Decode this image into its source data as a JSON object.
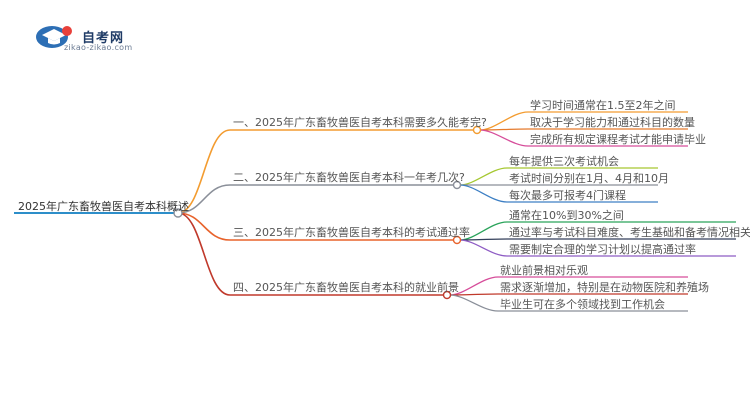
{
  "logo": {
    "title": "自考网",
    "url": "zikao-zikao.com"
  },
  "mindmap": {
    "root": "2025年广东畜牧兽医自考本科概述",
    "branches": [
      {
        "label": "一、2025年广东畜牧兽医自考本科需要多久能考完?",
        "color": "#f39c30",
        "leaves": [
          "学习时间通常在1.5至2年之间",
          "取决于学习能力和通过科目的数量",
          "完成所有规定课程考试才能申请毕业"
        ]
      },
      {
        "label": "二、2025年广东畜牧兽医自考本科一年考几次?",
        "color": "#8a8f99",
        "leaves": [
          "每年提供三次考试机会",
          "考试时间分别在1月、4月和10月",
          "每次最多可报考4门课程"
        ]
      },
      {
        "label": "三、2025年广东畜牧兽医自考本科的考试通过率",
        "color": "#e8632c",
        "leaves": [
          "通常在10%到30%之间",
          "通过率与考试科目难度、考生基础和备考情况相关",
          "需要制定合理的学习计划以提高通过率"
        ]
      },
      {
        "label": "四、2025年广东畜牧兽医自考本科的就业前景",
        "color": "#c0392b",
        "leaves": [
          "就业前景相对乐观",
          "需求逐渐增加，特别是在动物医院和养殖场",
          "毕业生可在多个领域找到工作机会"
        ]
      }
    ],
    "leaf_colors": [
      [
        "#f39c30",
        "#e57a2c",
        "#d64d9a"
      ],
      [
        "#a6c832",
        "#8a8f99",
        "#3d7fc4"
      ],
      [
        "#2aa35a",
        "#333f5a",
        "#8e5cc4"
      ],
      [
        "#d64d9a",
        "#c0392b",
        "#8a8f99"
      ]
    ],
    "root_color": "#2d8ec9"
  }
}
